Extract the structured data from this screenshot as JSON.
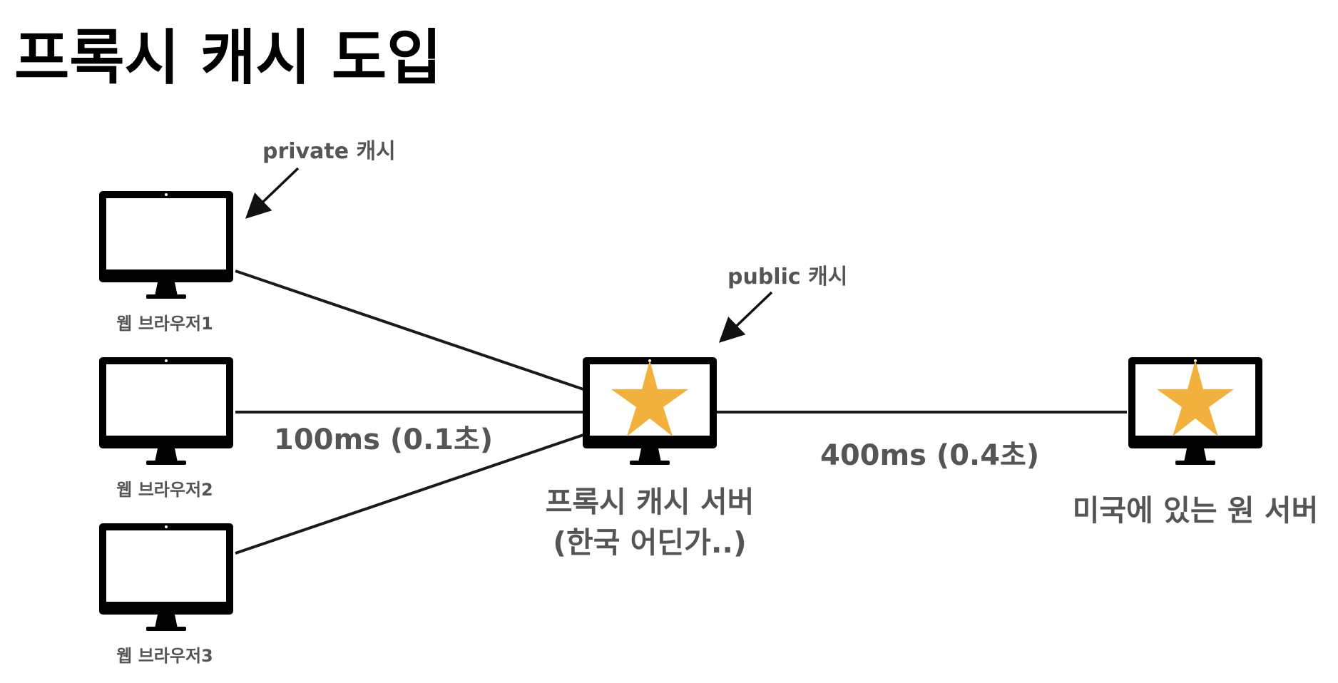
{
  "title": "프록시 캐시 도입",
  "colors": {
    "star": "#F2B13C",
    "text": "#555555",
    "device": "#000000"
  },
  "browsers": [
    {
      "label": "웹 브라우저1"
    },
    {
      "label": "웹 브라우저2"
    },
    {
      "label": "웹 브라우저3"
    }
  ],
  "annotations": {
    "private_cache": "private 캐시",
    "public_cache": "public 캐시"
  },
  "latency": {
    "browser_to_proxy": "100ms (0.1초)",
    "proxy_to_origin": "400ms (0.4초)"
  },
  "proxy_server": {
    "label_line1": "프록시 캐시 서버",
    "label_line2": "(한국 어딘가..)",
    "icon": "star-icon"
  },
  "origin_server": {
    "label": "미국에 있는 원 서버",
    "icon": "star-icon"
  }
}
